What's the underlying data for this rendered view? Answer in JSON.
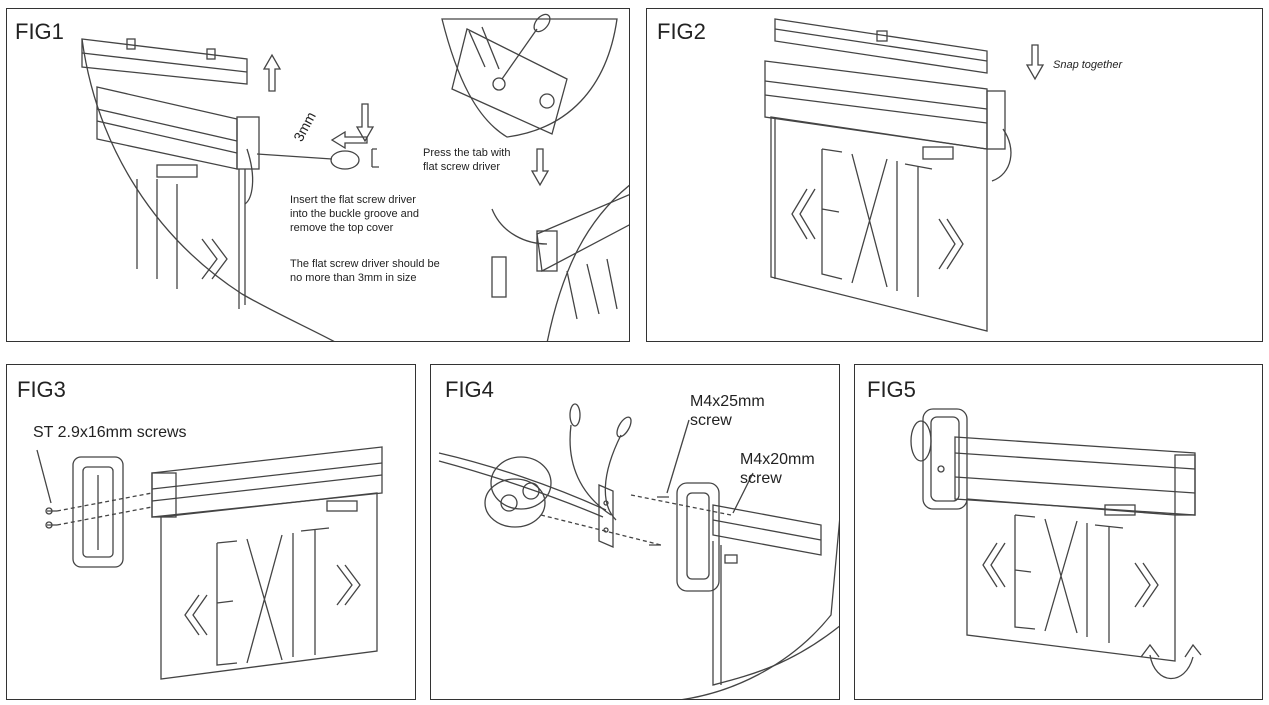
{
  "figures": [
    {
      "title": "FIG1",
      "notes": {
        "dimension": "3mm",
        "press_tab": [
          "Press the tab with",
          "flat screw driver"
        ],
        "insert": [
          "Insert the flat screw driver",
          "into the buckle groove and",
          "remove the top cover"
        ],
        "size": [
          "The flat screw driver should be",
          "no more than 3mm in size"
        ]
      }
    },
    {
      "title": "FIG2",
      "notes": {
        "snap": "Snap together"
      }
    },
    {
      "title": "FIG3",
      "notes": {
        "screws": "ST 2.9x16mm screws"
      }
    },
    {
      "title": "FIG4",
      "notes": {
        "m4x25": [
          "M4x25mm",
          "screw"
        ],
        "m4x20": [
          "M4x20mm",
          "screw"
        ]
      }
    },
    {
      "title": "FIG5",
      "notes": {}
    }
  ],
  "sign_text": "EXIT",
  "colors": {
    "border": "#333333",
    "stroke": "#444444",
    "background": "#ffffff"
  }
}
